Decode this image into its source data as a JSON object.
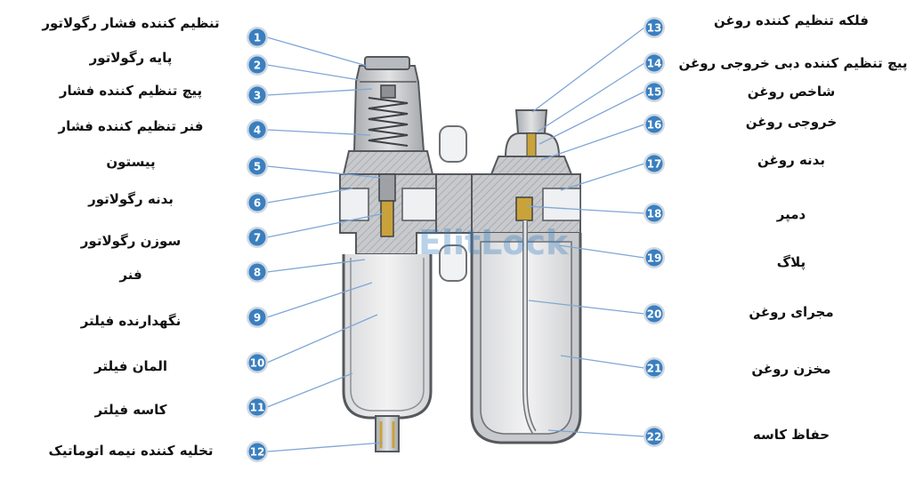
{
  "parts": [
    {
      "num": "1",
      "label": "تنظیم کننده فشار رگولاتور"
    },
    {
      "num": "2",
      "label": "پایه رگولاتور"
    },
    {
      "num": "3",
      "label": "پیچ تنظیم کننده فشار"
    },
    {
      "num": "4",
      "label": "فنر تنظیم کننده فشار"
    },
    {
      "num": "5",
      "label": "پیستون"
    },
    {
      "num": "6",
      "label": "بدنه رگولاتور"
    },
    {
      "num": "7",
      "label": "سوزن رگولاتور"
    },
    {
      "num": "8",
      "label": "فنر"
    },
    {
      "num": "9",
      "label": "نگهدارنده فیلتر"
    },
    {
      "num": "10",
      "label": "المان فیلتر"
    },
    {
      "num": "11",
      "label": "کاسه فیلتر"
    },
    {
      "num": "12",
      "label": "تخلیه کننده نیمه اتوماتیک"
    },
    {
      "num": "13",
      "label": "فلکه تنظیم کننده روغن"
    },
    {
      "num": "14",
      "label": "پیچ تنظیم کننده دبی خروجی روغن"
    },
    {
      "num": "15",
      "label": "شاخص روغن"
    },
    {
      "num": "16",
      "label": "خروجی روغن"
    },
    {
      "num": "17",
      "label": "بدنه روغن"
    },
    {
      "num": "18",
      "label": "دمپر"
    },
    {
      "num": "19",
      "label": "پلاگ"
    },
    {
      "num": "20",
      "label": "مجرای روغن"
    },
    {
      "num": "21",
      "label": "مخزن روغن"
    },
    {
      "num": "22",
      "label": "حفاظ کاسه"
    }
  ],
  "watermark": "ElitLock",
  "colors": {
    "badge_fill": "#3a7fbf",
    "badge_ring": "#cfd8e3",
    "leader": "#7fa6d6",
    "metal": "#bfc2c6",
    "metal_dark": "#6d7074",
    "bowl": "#e6e7e8"
  }
}
